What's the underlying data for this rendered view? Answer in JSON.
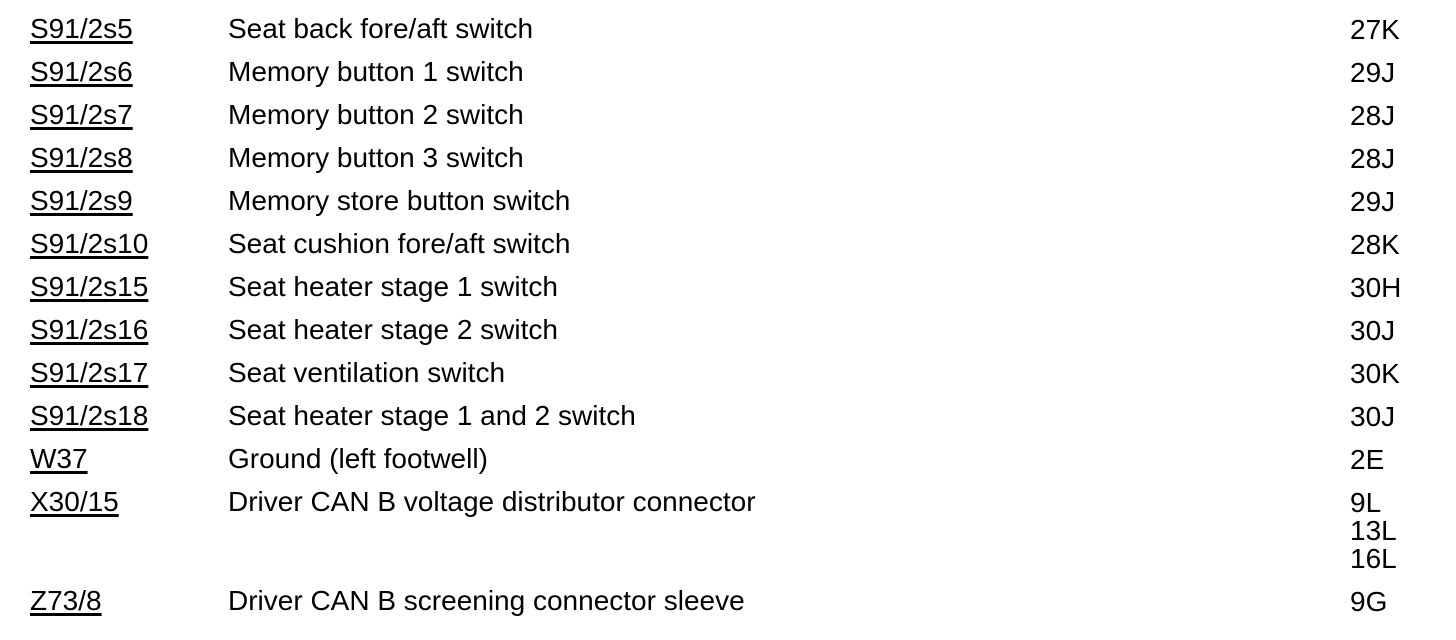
{
  "page": {
    "background_color": "#ffffff",
    "text_color": "#000000"
  },
  "component_legend": {
    "rows": [
      {
        "code": "S91/2s5",
        "description": "Seat back fore/aft switch",
        "grid": [
          "27K"
        ]
      },
      {
        "code": "S91/2s6",
        "description": "Memory button 1 switch",
        "grid": [
          "29J"
        ]
      },
      {
        "code": "S91/2s7",
        "description": "Memory button 2 switch",
        "grid": [
          "28J"
        ]
      },
      {
        "code": "S91/2s8",
        "description": "Memory button 3 switch",
        "grid": [
          "28J"
        ]
      },
      {
        "code": "S91/2s9",
        "description": "Memory store button switch",
        "grid": [
          "29J"
        ]
      },
      {
        "code": "S91/2s10",
        "description": "Seat cushion fore/aft switch",
        "grid": [
          "28K"
        ]
      },
      {
        "code": "S91/2s15",
        "description": "Seat heater stage 1 switch",
        "grid": [
          "30H"
        ]
      },
      {
        "code": "S91/2s16",
        "description": "Seat heater stage 2 switch",
        "grid": [
          "30J"
        ]
      },
      {
        "code": "S91/2s17",
        "description": "Seat ventilation switch",
        "grid": [
          "30K"
        ]
      },
      {
        "code": "S91/2s18",
        "description": "Seat heater stage 1 and 2 switch",
        "grid": [
          "30J"
        ]
      },
      {
        "code": "W37",
        "description": "Ground (left footwell)",
        "grid": [
          "2E"
        ]
      },
      {
        "code": "X30/15",
        "description": "Driver CAN B voltage distributor connector",
        "grid": [
          "9L",
          "13L",
          "16L"
        ]
      },
      {
        "code": "Z73/8",
        "description": "Driver CAN B screening connector sleeve",
        "grid": [
          "9G"
        ]
      }
    ]
  }
}
